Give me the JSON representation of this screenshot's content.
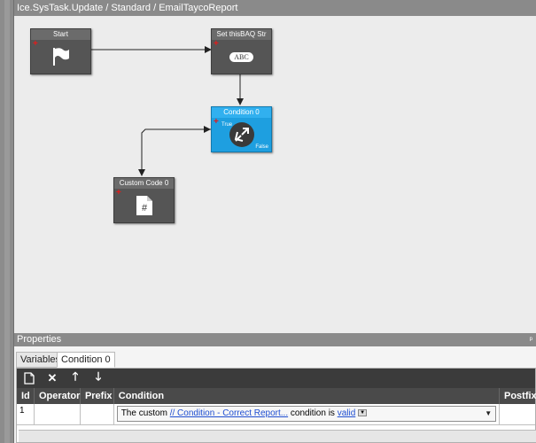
{
  "breadcrumb": "Ice.SysTask.Update / Standard / EmailTaycoReport",
  "nodes": {
    "start": {
      "title": "Start"
    },
    "set_baq": {
      "title": "Set thisBAQ Str",
      "badge": "ABC"
    },
    "condition": {
      "title": "Condition 0",
      "true_label": "True",
      "false_label": "False"
    },
    "custom_code": {
      "title": "Custom Code 0"
    }
  },
  "properties": {
    "header": "Properties",
    "pin": "ᵖ",
    "tabs": [
      {
        "label": "Variables"
      },
      {
        "label": "Condition 0"
      }
    ]
  },
  "grid": {
    "columns": [
      "Id",
      "Operator",
      "Prefix",
      "Condition",
      "Postfix"
    ],
    "rows": [
      {
        "id": "1",
        "operator": "",
        "prefix": "",
        "condition_prefix": "The custom",
        "condition_link": "// Condition - Correct Report...",
        "condition_mid": "condition is",
        "condition_value": "valid",
        "postfix": ""
      }
    ]
  }
}
